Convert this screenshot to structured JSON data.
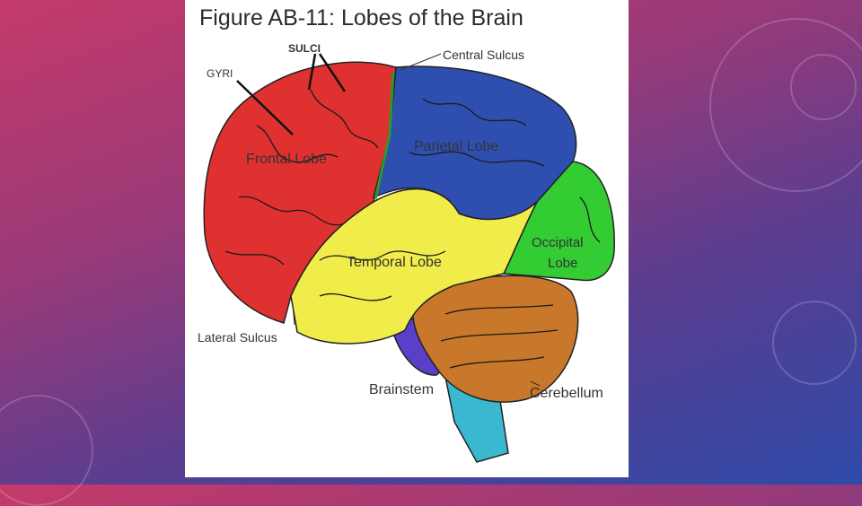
{
  "slide": {
    "figure_title": "Figure AB-11: Lobes of the Brain",
    "annotations": {
      "gyri": "GYRI",
      "sulci": "SULCI"
    },
    "labels": {
      "central_sulcus": "Central Sulcus",
      "frontal_lobe": "Frontal Lobe",
      "parietal_lobe": "Parietal Lobe",
      "occipital_lobe_line1": "Occipital",
      "occipital_lobe_line2": "Lobe",
      "temporal_lobe": "Temporal Lobe",
      "lateral_sulcus": "Lateral Sulcus",
      "brainstem": "Brainstem",
      "cerebellum": "Cerebellum"
    },
    "colors": {
      "frontal": "#e03131",
      "parietal": "#2f4fb0",
      "occipital": "#33cc33",
      "temporal": "#f0ec4a",
      "cerebellum": "#c9772a",
      "brainstem": "#3ab8d0",
      "midbrain": "#5a3fc8"
    }
  }
}
